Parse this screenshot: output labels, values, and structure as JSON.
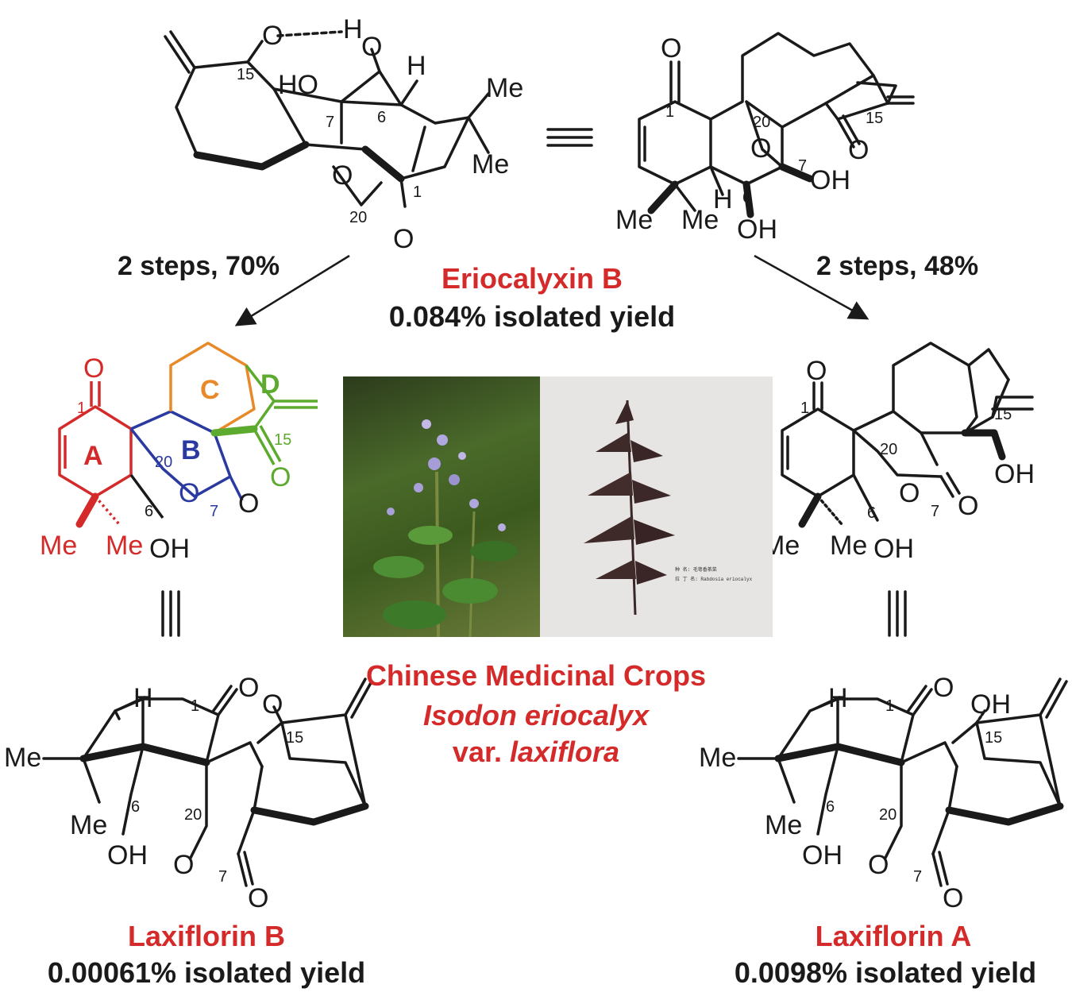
{
  "compounds": {
    "eriocalyxin": {
      "name": "Eriocalyxin B",
      "yield": "0.084% isolated yield"
    },
    "laxiflorin_b": {
      "name": "Laxiflorin B",
      "yield": "0.00061% isolated yield"
    },
    "laxiflorin_a": {
      "name": "Laxiflorin A",
      "yield": "0.0098% isolated yield"
    }
  },
  "arrows": {
    "left": "2 steps, 70%",
    "right": "2 steps, 48%"
  },
  "plant": {
    "title": "Chinese Medicinal Crops",
    "species": "Isodon eriocalyx",
    "variety_prefix": "var.",
    "variety": "laxiflora"
  },
  "atoms": {
    "O": "O",
    "H": "H",
    "HO": "HO",
    "OH": "OH",
    "Me": "Me"
  },
  "ring_labels": {
    "A": "A",
    "B": "B",
    "C": "C",
    "D": "D"
  },
  "numbers": {
    "n1": "1",
    "n6": "6",
    "n7": "7",
    "n15": "15",
    "n20": "20"
  },
  "herbarium": {
    "line1": "种    名: 毛萼香茶菜",
    "line2": "拉 丁 名: Rabdosia eriocalyx"
  },
  "colors": {
    "accent_red": "#d42a2a",
    "ring_a": "#d42a2a",
    "ring_b": "#2b3aa0",
    "ring_c": "#e8892a",
    "ring_d": "#5caa2e",
    "ink": "#1a1a1a"
  }
}
